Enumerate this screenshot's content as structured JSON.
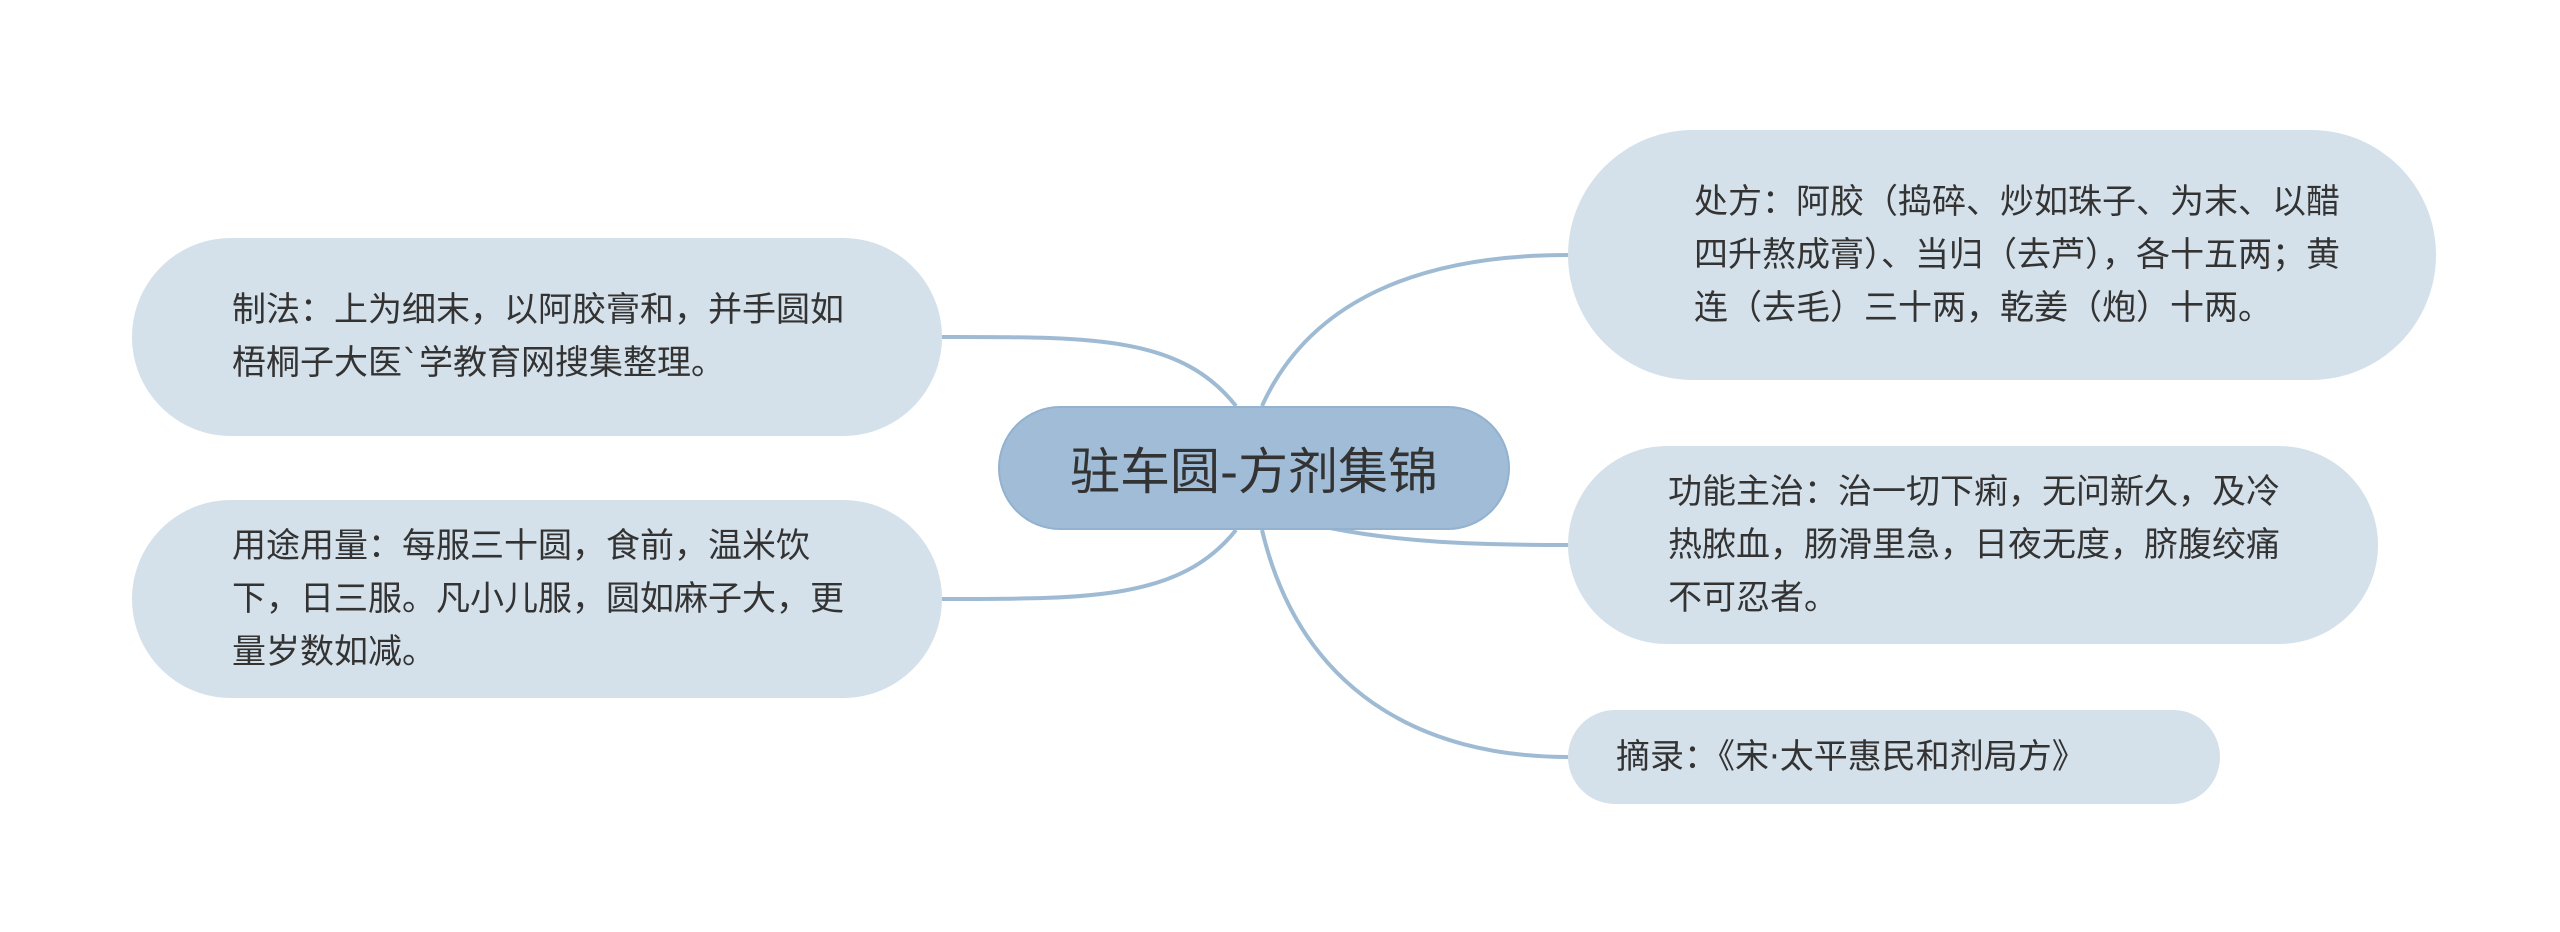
{
  "center": {
    "label": "驻车圆-方剂集锦"
  },
  "nodes": {
    "zhifa": "制法：上为细末，以阿胶膏和，并手圆如梧桐子大医`学教育网搜集整理。",
    "yongtu": "用途用量：每服三十圆，食前，温米饮下，日三服。凡小儿服，圆如麻子大，更量岁数如减。",
    "chufang": "处方：阿胶（捣碎、炒如珠子、为末、以醋四升熬成膏）、当归（去芦），各十五两；黄连（去毛）三十两，乾姜（炮）十两。",
    "gongneng": "功能主治：治一切下痢，无问新久，及冷热脓血，肠滑里急，日夜无度，脐腹绞痛不可忍者。",
    "zhailu": "摘录：《宋·太平惠民和剂局方》"
  },
  "colors": {
    "center_fill": "#a0bcd6",
    "node_fill": "#d5e1ea",
    "link": "#9fbbd4",
    "text": "#333333"
  }
}
